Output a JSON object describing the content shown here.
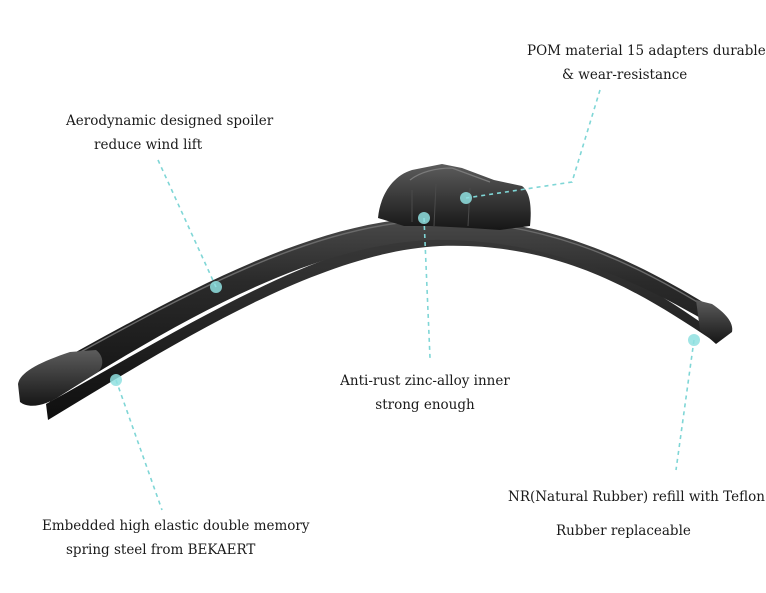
{
  "callouts": [
    {
      "id": "spoiler",
      "lines": [
        "Aerodynamic designed spoiler",
        "reduce wind lift"
      ]
    },
    {
      "id": "adapters",
      "lines": [
        "POM material 15 adapters durable",
        "& wear-resistance"
      ]
    },
    {
      "id": "zinc",
      "lines": [
        "Anti-rust zinc-alloy inner",
        "strong enough"
      ]
    },
    {
      "id": "steel",
      "lines": [
        "Embedded high elastic double memory",
        "spring steel from BEKAERT"
      ]
    },
    {
      "id": "rubber",
      "lines": [
        "NR(Natural Rubber) refill with Teflon",
        "Rubber replaceable"
      ]
    }
  ],
  "colors": {
    "leader": "#7fd6d6",
    "dot": "#8fe0e0",
    "blade_dark": "#1c1c1c",
    "blade_mid": "#2b2b2b",
    "blade_highlight": "#5a5a5a"
  }
}
